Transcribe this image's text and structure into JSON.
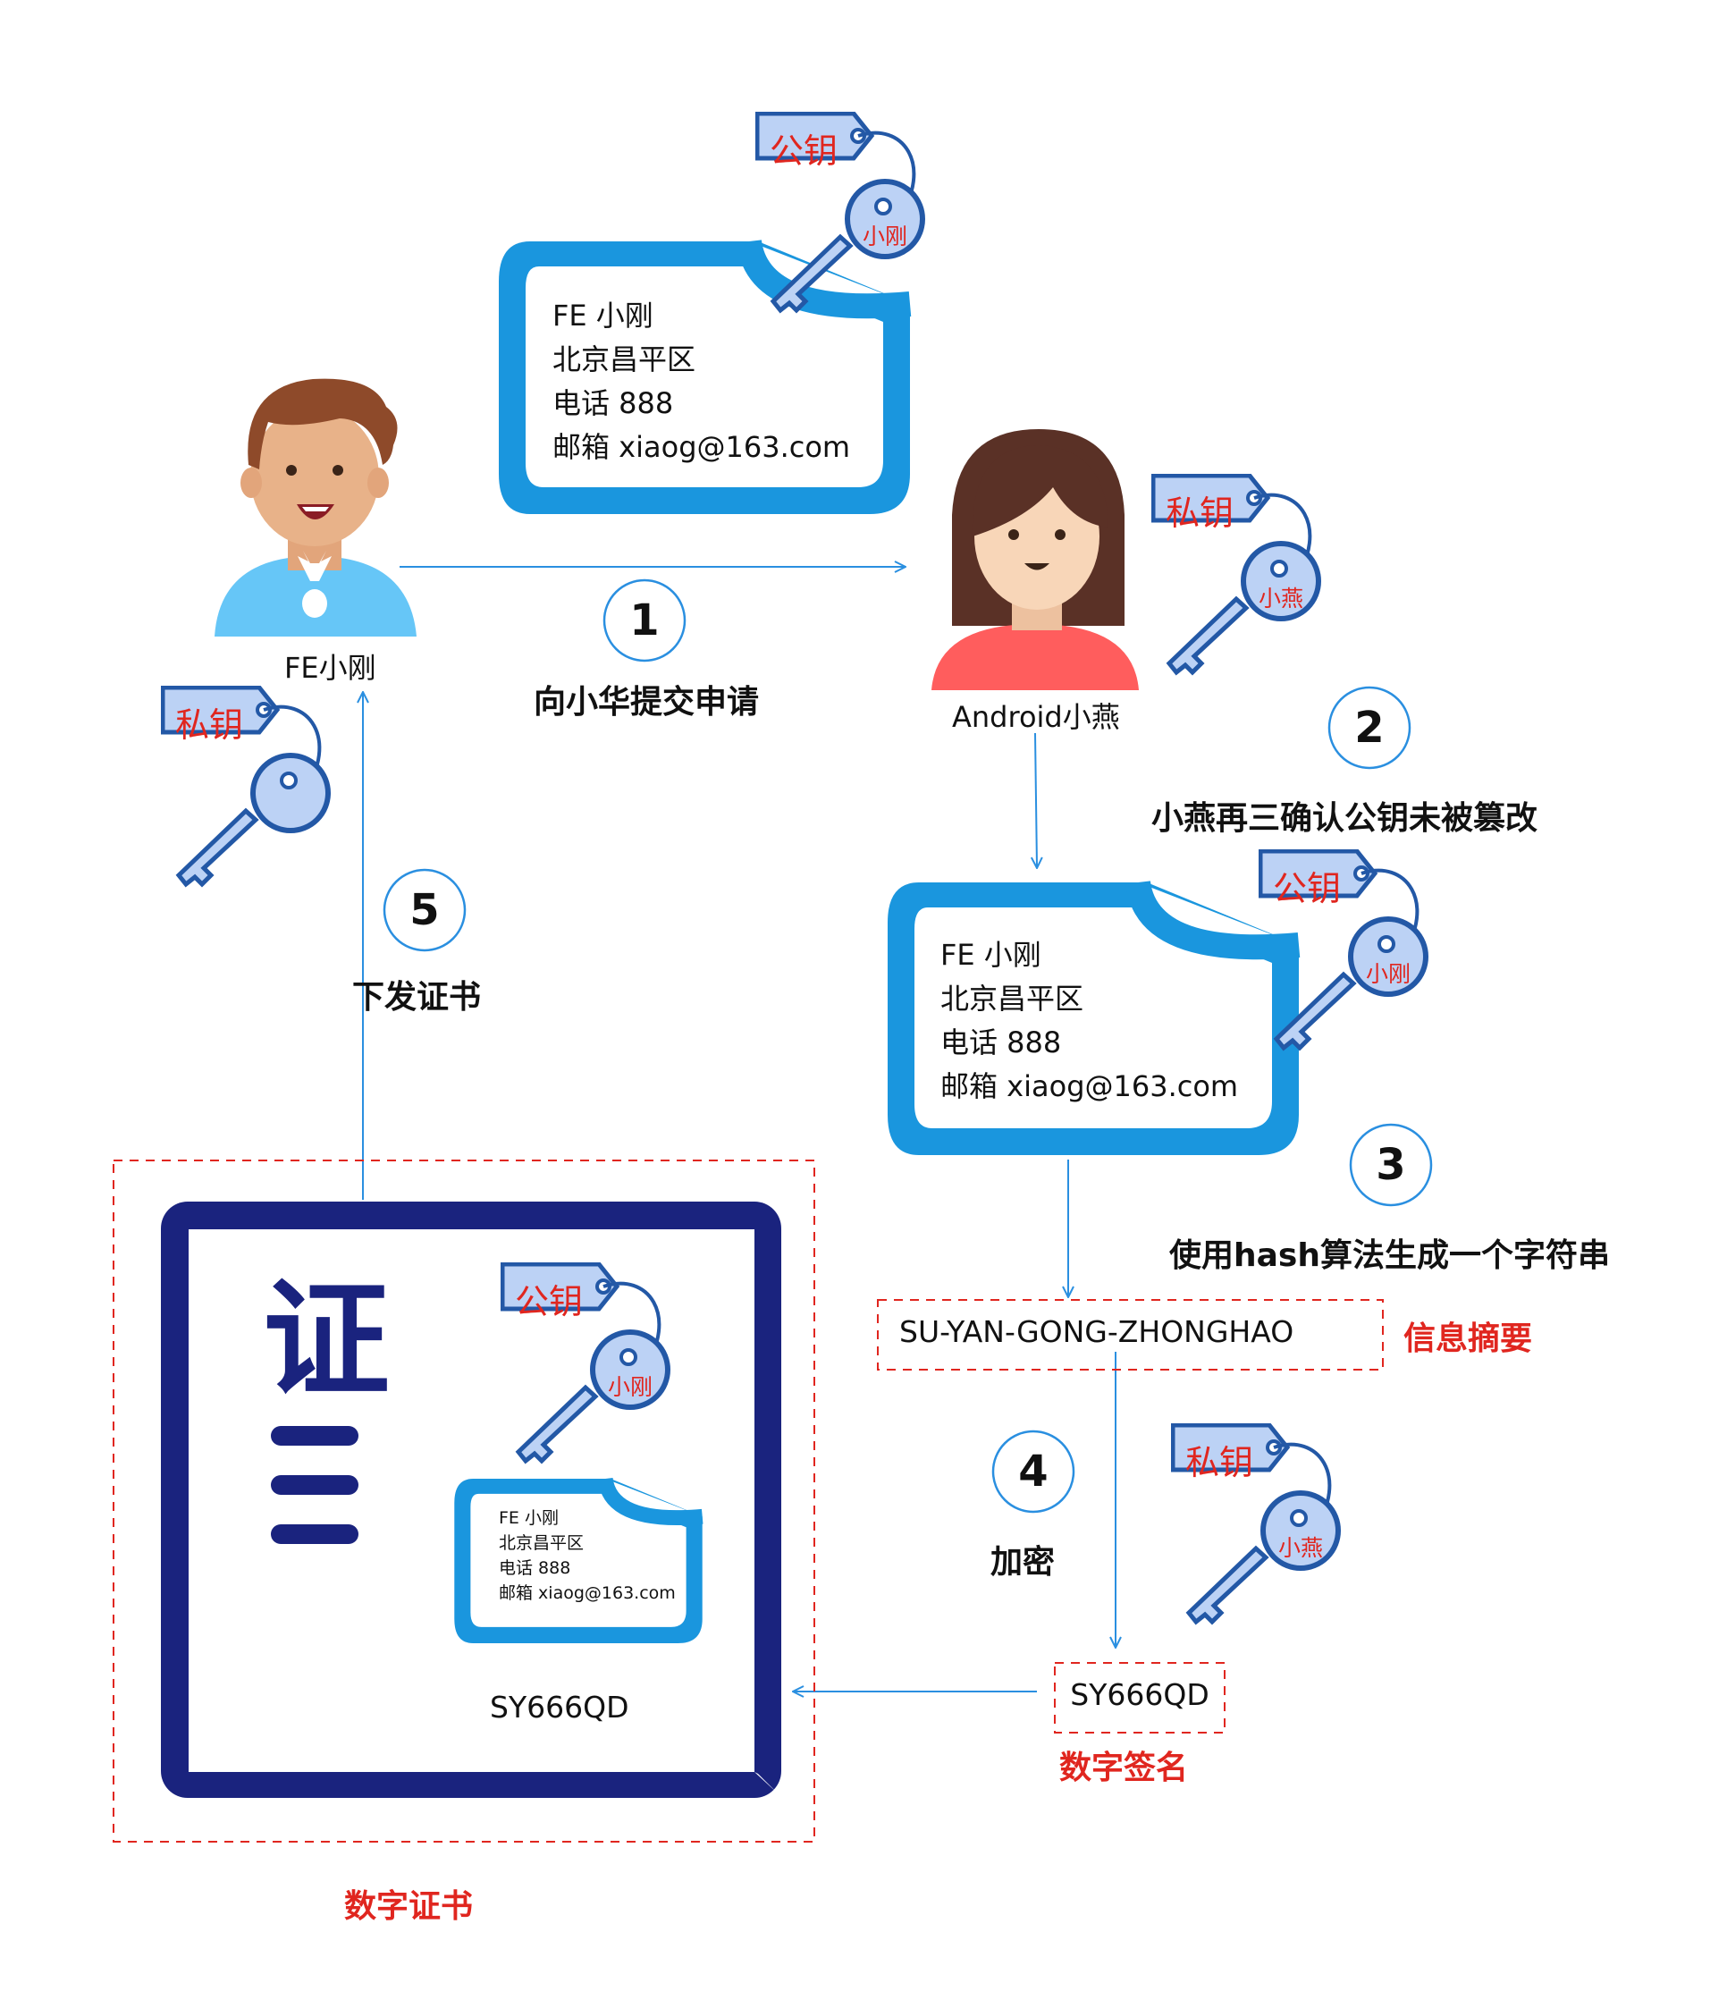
{
  "person_fe": {
    "name": "FE小刚"
  },
  "person_android": {
    "name": "Android小燕"
  },
  "tags": {
    "public_key": "公钥",
    "private_key": "私钥"
  },
  "key_owners": {
    "xiaogang": "小刚",
    "xiaoyan": "小燕"
  },
  "document": {
    "line1": "FE 小刚",
    "line2": "北京昌平区",
    "line3": "电话 888",
    "line4": "邮箱 xiaog@163.com"
  },
  "steps": [
    {
      "number": "1",
      "label": "向小华提交申请"
    },
    {
      "number": "2",
      "label": "小燕再三确认公钥未被篡改"
    },
    {
      "number": "3",
      "label": "使用hash算法生成一个字符串"
    },
    {
      "number": "4",
      "label": "加密"
    },
    {
      "number": "5",
      "label": "下发证书"
    }
  ],
  "digest": {
    "value": "SU-YAN-GONG-ZHONGHAO",
    "label": "信息摘要"
  },
  "signature": {
    "value": "SY666QD",
    "label": "数字签名"
  },
  "certificate": {
    "glyph": "证",
    "signature": "SY666QD",
    "label": "数字证书"
  },
  "colors": {
    "doc_blue": "#1a96de",
    "cert_navy": "#1a237e",
    "tag_fill": "#bcd2f5",
    "tag_stroke": "#2358a6",
    "red": "#e0261f",
    "arrow": "#2a8fe0"
  }
}
